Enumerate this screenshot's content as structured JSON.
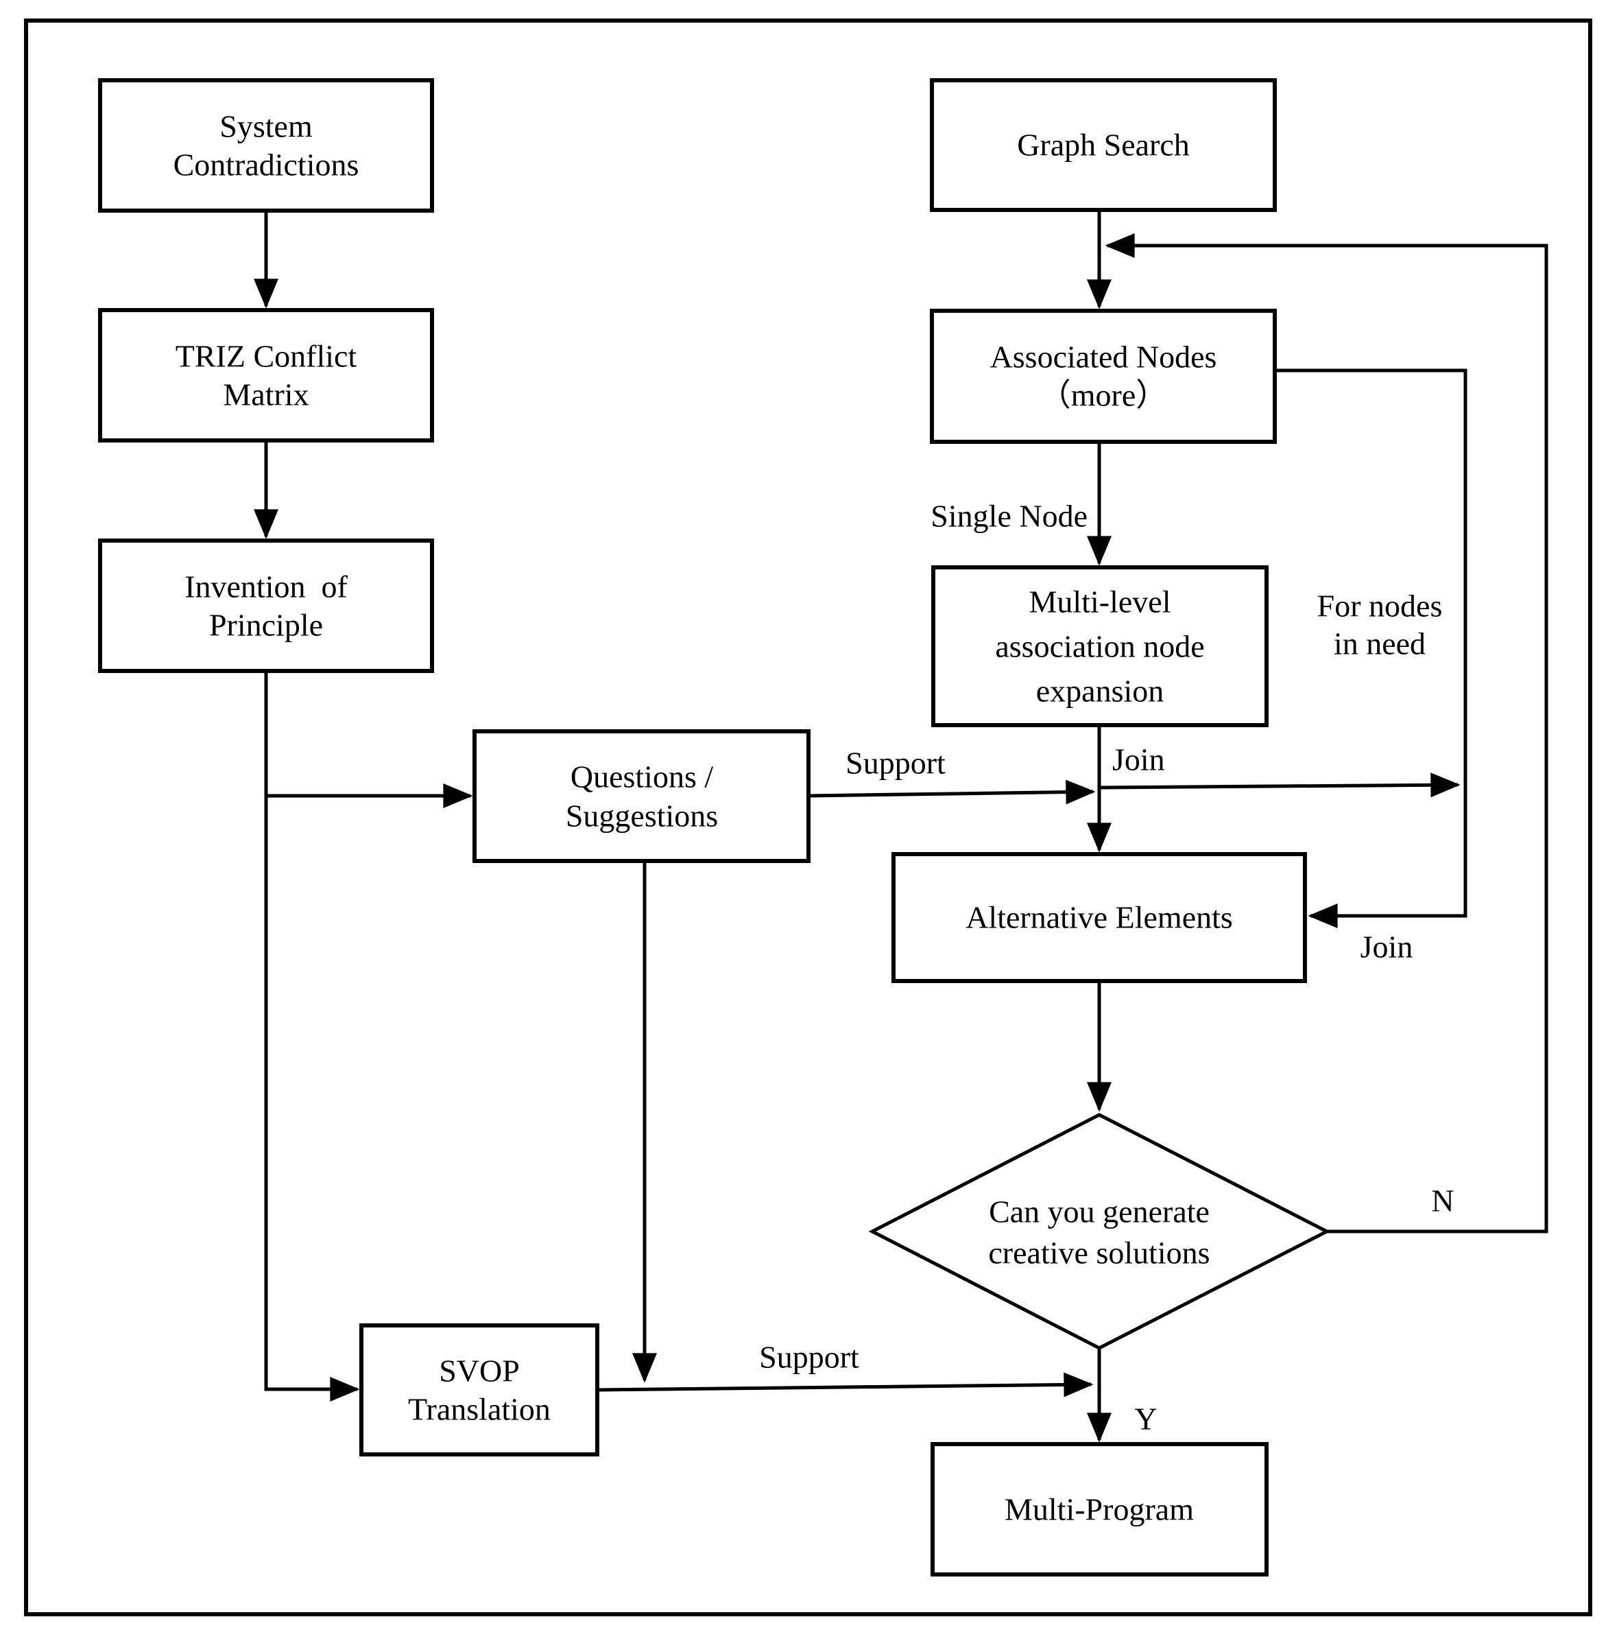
{
  "diagram": {
    "title": "TRIZ / Graph Search creative solution flowchart",
    "colors": {
      "line": "#000000",
      "background": "#ffffff",
      "box_fill": "#ffffff"
    },
    "nodes": {
      "system_contradictions": {
        "line1": "System",
        "line2": "Contradictions"
      },
      "triz_matrix": {
        "line1": "TRIZ Conflict",
        "line2": "Matrix"
      },
      "invention_principle": {
        "line1": "Invention  of",
        "line2": "Principle"
      },
      "questions_suggestions": {
        "line1": "Questions /",
        "line2": "Suggestions"
      },
      "svop_translation": {
        "line1": "SVOP",
        "line2": "Translation"
      },
      "graph_search": {
        "label": "Graph Search"
      },
      "associated_nodes": {
        "line1": "Associated Nodes",
        "line2": "（more）"
      },
      "multi_level_expansion": {
        "line1": "Multi-level",
        "line2": "association node",
        "line3": "expansion"
      },
      "alternative_elements": {
        "label": "Alternative Elements"
      },
      "decision": {
        "line1": "Can you generate",
        "line2": "creative solutions"
      },
      "multi_program": {
        "label": "Multi-Program"
      }
    },
    "edge_labels": {
      "single_node": "Single Node",
      "for_nodes_line1": "For nodes",
      "for_nodes_line2": "in need",
      "join_top": "Join",
      "join_right": "Join",
      "support_questions": "Support",
      "support_svop": "Support",
      "no": "N",
      "yes": "Y"
    }
  }
}
